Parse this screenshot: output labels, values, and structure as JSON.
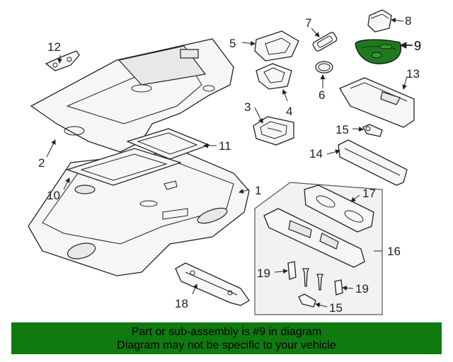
{
  "callouts": {
    "c1": "1",
    "c2": "2",
    "c3": "3",
    "c4": "4",
    "c5": "5",
    "c6": "6",
    "c7": "7",
    "c8": "8",
    "c9": "9",
    "c10": "10",
    "c11": "11",
    "c12": "12",
    "c13": "13",
    "c14": "14",
    "c15a": "15",
    "c15b": "15",
    "c16": "16",
    "c17": "17",
    "c18": "18",
    "c19a": "19",
    "c19b": "19"
  },
  "highlight": {
    "part": "9",
    "color": "#1e7a1e"
  },
  "banner": {
    "line1": "Part or sub-assembly is #9 in diagram",
    "line2": "Diagram may not be specific to your vehicle",
    "color": "#0f7a0f"
  }
}
